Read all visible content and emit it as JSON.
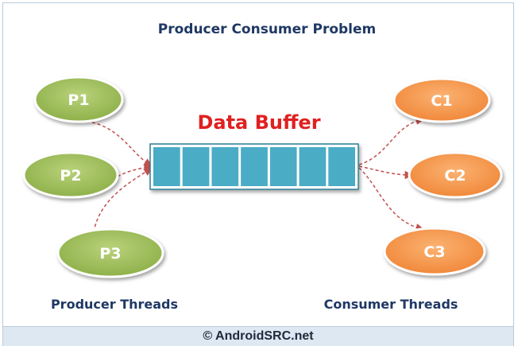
{
  "title": "Producer Consumer Problem",
  "buffer_label": "Data Buffer",
  "buffer_slots": 7,
  "producers": [
    "P1",
    "P2",
    "P3"
  ],
  "consumers": [
    "C1",
    "C2",
    "C3"
  ],
  "producers_caption": "Producer Threads",
  "consumers_caption": "Consumer Threads",
  "footer": "© AndroidSRC.net",
  "colors": {
    "producer": "#9bbb59",
    "consumer": "#f79646",
    "buffer": "#4bacc6",
    "buffer_label": "#e02020",
    "title": "#1f3864",
    "arrow": "#c0504d"
  }
}
